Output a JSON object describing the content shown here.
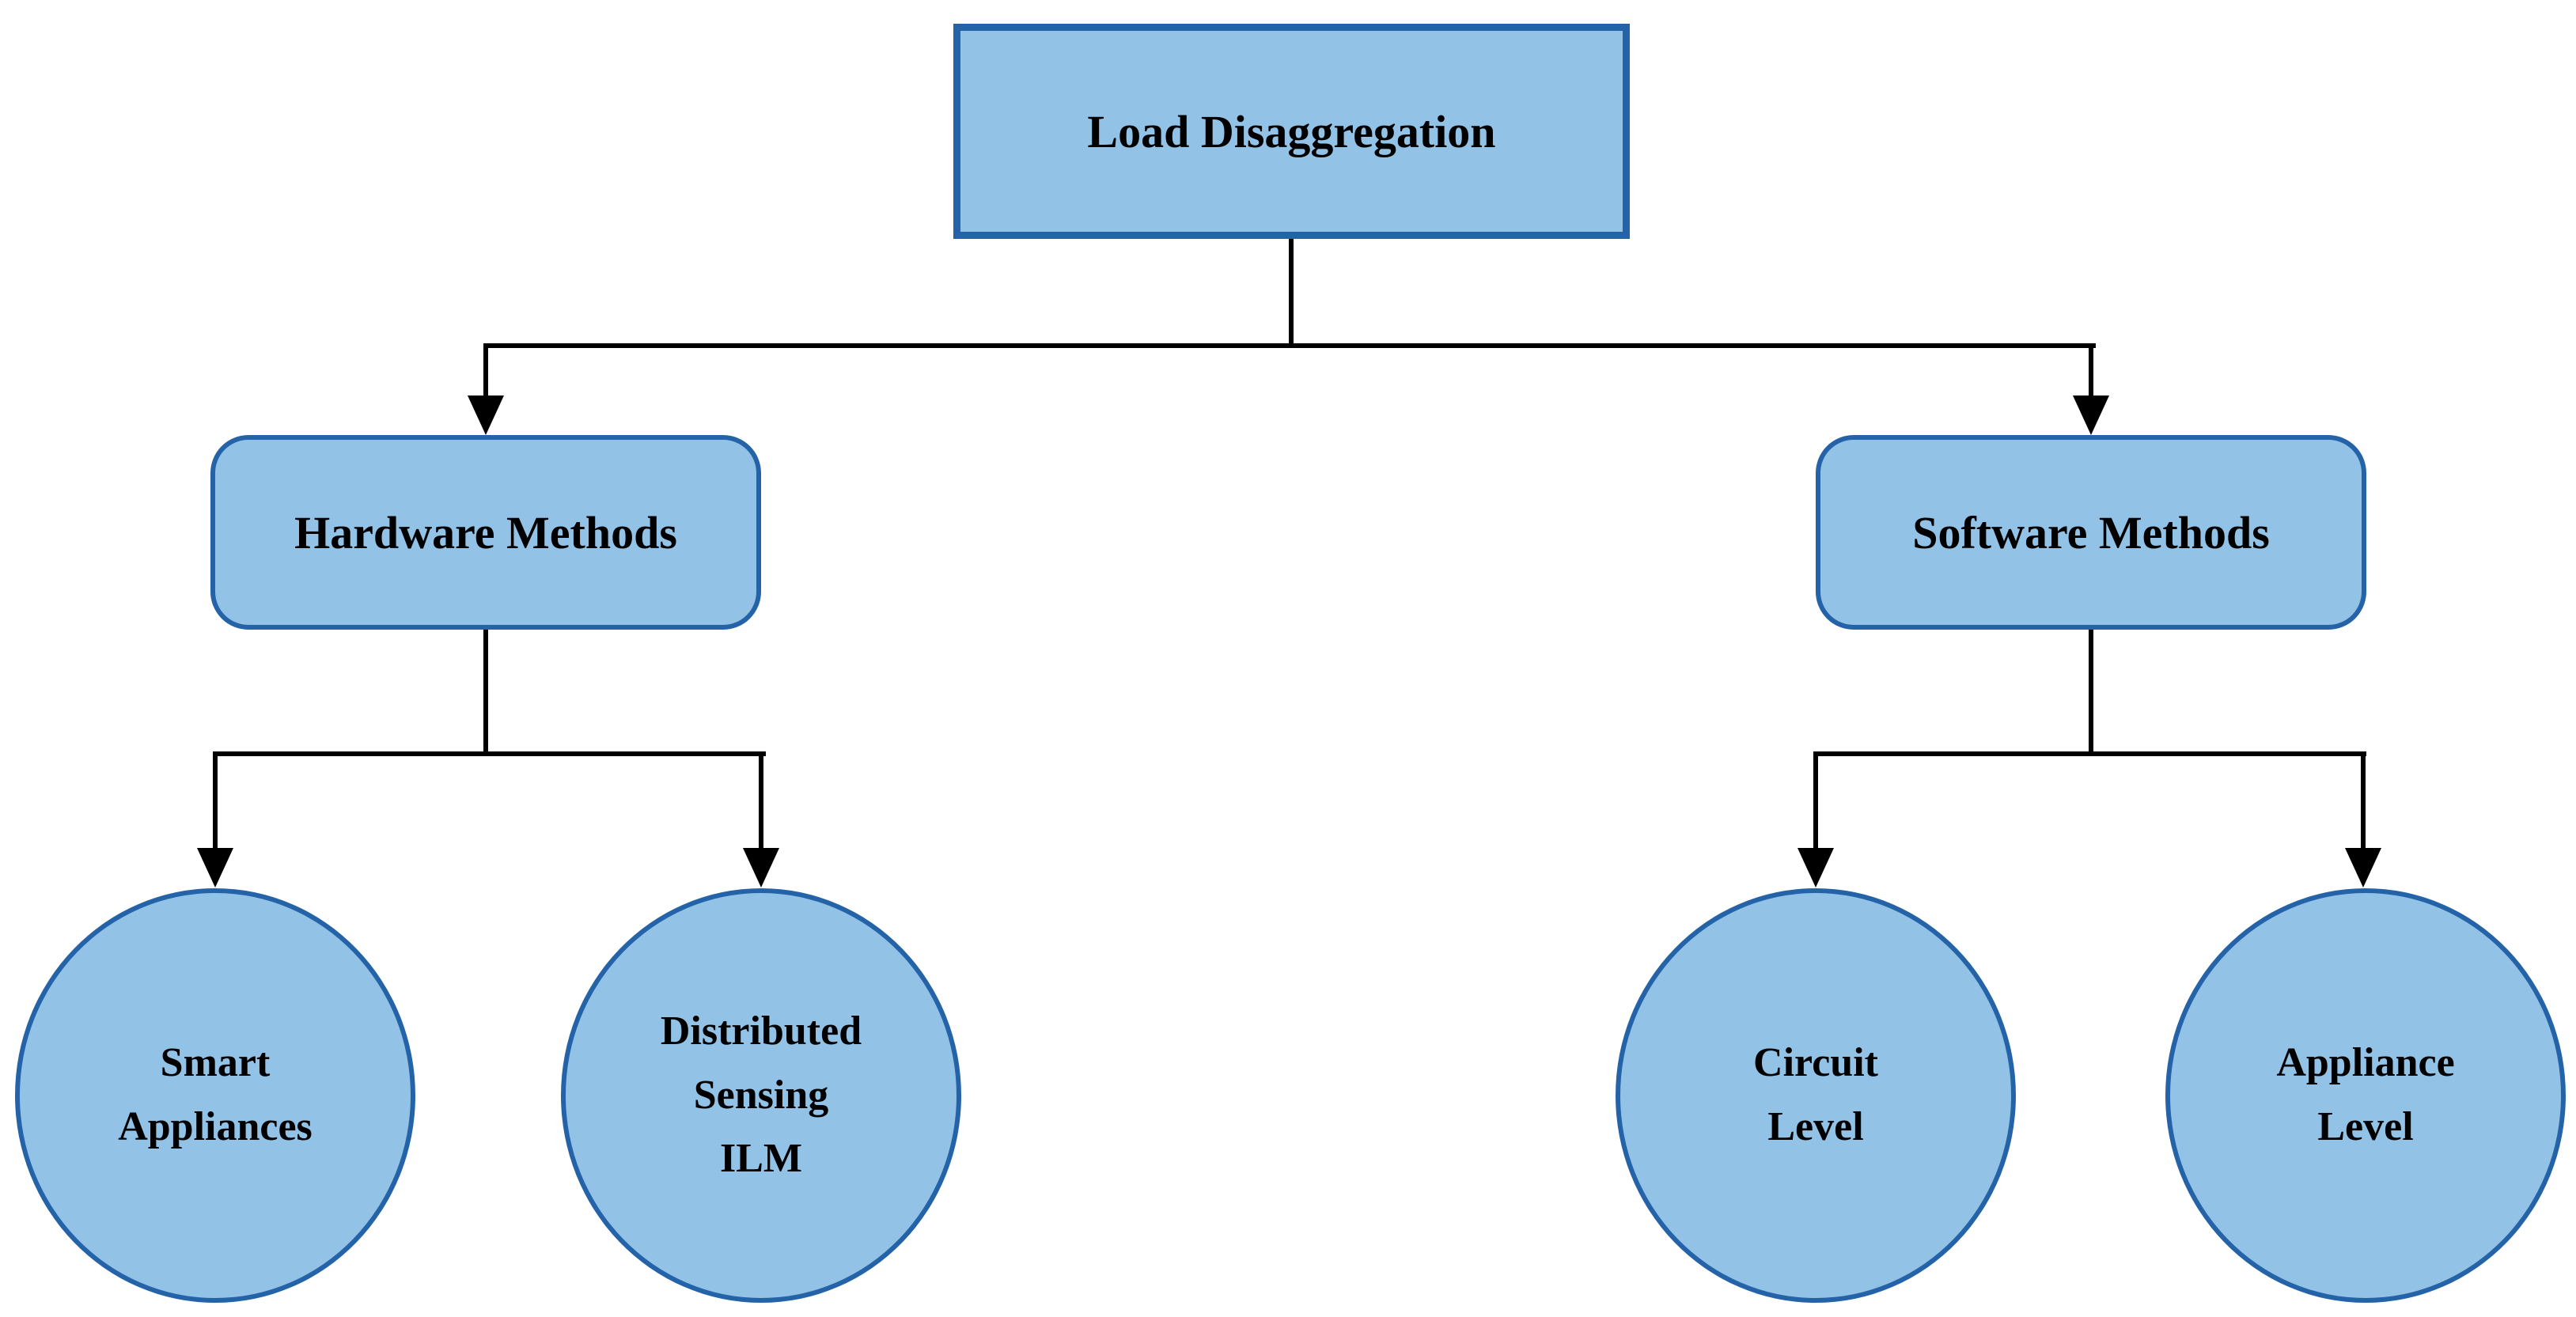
{
  "diagram": {
    "type": "tree-flowchart",
    "title": "Load Disaggregation",
    "colors": {
      "background": "#FFFFFF",
      "node_fill": "#92C3E7",
      "node_border": "#2563A8",
      "connector": "#000000",
      "text": "#000000"
    },
    "nodes": {
      "root": {
        "label": "Load Disaggregation",
        "shape": "rectangle"
      },
      "hardware": {
        "label": "Hardware Methods",
        "shape": "rounded-rectangle"
      },
      "software": {
        "label": "Software Methods",
        "shape": "rounded-rectangle"
      },
      "smart": {
        "label": "Smart\nAppliances",
        "shape": "ellipse"
      },
      "distributed": {
        "label": "Distributed\nSensing\nILM",
        "shape": "ellipse"
      },
      "circuit": {
        "label": "Circuit\nLevel",
        "shape": "ellipse"
      },
      "appliance": {
        "label": "Appliance\nLevel",
        "shape": "ellipse"
      }
    },
    "edges": [
      {
        "from": "root",
        "to": "hardware",
        "style": "elbow-arrow"
      },
      {
        "from": "root",
        "to": "software",
        "style": "elbow-arrow"
      },
      {
        "from": "hardware",
        "to": "smart",
        "style": "elbow-arrow"
      },
      {
        "from": "hardware",
        "to": "distributed",
        "style": "elbow-arrow"
      },
      {
        "from": "software",
        "to": "circuit",
        "style": "elbow-arrow"
      },
      {
        "from": "software",
        "to": "appliance",
        "style": "elbow-arrow"
      }
    ]
  }
}
